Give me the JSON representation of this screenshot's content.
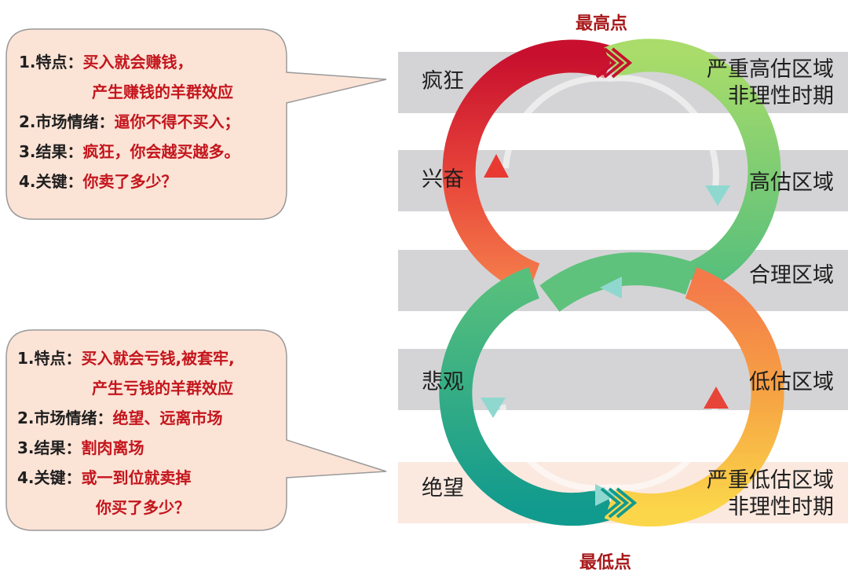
{
  "peaks": {
    "top": "最高点",
    "bottom": "最低点"
  },
  "zones": [
    {
      "left": "疯狂",
      "right": [
        "严重高估区域",
        "非理性时期"
      ]
    },
    {
      "left": "兴奋",
      "right": [
        "高估区域"
      ]
    },
    {
      "left": "",
      "right": [
        "合理区域"
      ]
    },
    {
      "left": "悲观",
      "right": [
        "低估区域"
      ]
    },
    {
      "left": "绝望",
      "right": [
        "严重低估区域",
        "非理性时期"
      ]
    }
  ],
  "bubble_top": {
    "rows": [
      {
        "key": "1.特点：",
        "val": "买入就会赚钱，"
      },
      {
        "key": "",
        "val": "产生赚钱的羊群效应"
      },
      {
        "key": "2.市场情绪：",
        "val": "逼你不得不买入；"
      },
      {
        "key": "3.结果：",
        "val": "疯狂，你会越买越多。"
      },
      {
        "key": "4.关键：",
        "val": "你卖了多少？"
      }
    ]
  },
  "bubble_bottom": {
    "rows": [
      {
        "key": "1.特点：",
        "val": "买入就会亏钱,被套牢,"
      },
      {
        "key": "",
        "val": "产生亏钱的羊群效应"
      },
      {
        "key": "2.市场情绪：",
        "val": "绝望、远离市场"
      },
      {
        "key": "3.结果：",
        "val": "割肉离场"
      },
      {
        "key": "4.关键：",
        "val": "或一到位就卖掉"
      },
      {
        "key": "",
        "val": "你买了多少？"
      }
    ]
  },
  "colors": {
    "band_gray": "#d4d4d6",
    "band_peach": "#fbe9e0",
    "bubble_fill": "#fbe3d6",
    "bubble_stroke": "#9a9a9a",
    "accent_red": "#c4151c",
    "label_dark": "#1e1e1e"
  }
}
